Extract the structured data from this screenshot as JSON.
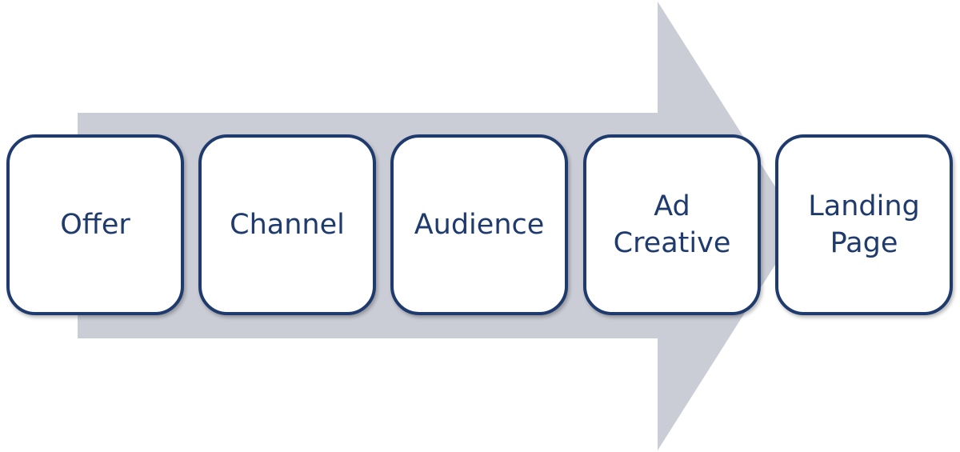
{
  "diagram": {
    "type": "process-arrow",
    "colors": {
      "arrow": "#cbcdd6",
      "box_border": "#1f3b6e",
      "box_fill": "#ffffff",
      "text": "#1f3b6e"
    },
    "steps": [
      {
        "label": "Offer"
      },
      {
        "label": "Channel"
      },
      {
        "label": "Audience"
      },
      {
        "label": "Ad\nCreative"
      },
      {
        "label": "Landing\nPage"
      }
    ]
  }
}
